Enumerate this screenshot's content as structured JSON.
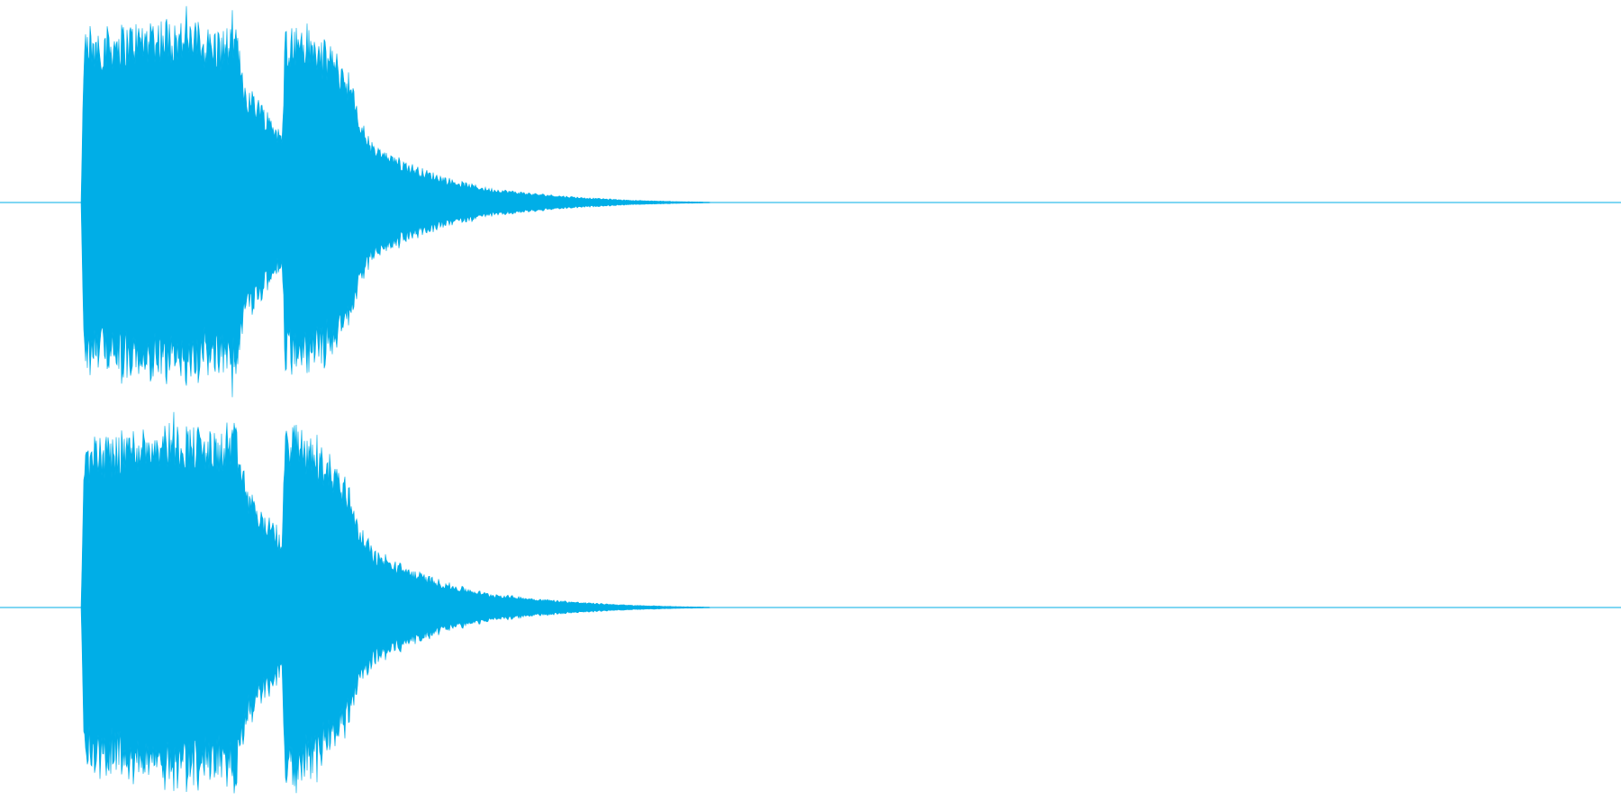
{
  "waveform": {
    "channel_count": 2,
    "colors": {
      "waveform": "#00aee7",
      "background": "#ffffff",
      "baseline": "#00aee7"
    },
    "channels": [
      {
        "id": "left",
        "envelope": [
          {
            "t": 0.0,
            "a": 0.0
          },
          {
            "t": 0.05,
            "a": 0.0
          },
          {
            "t": 0.052,
            "a": 0.78
          },
          {
            "t": 0.06,
            "a": 0.8
          },
          {
            "t": 0.08,
            "a": 0.83
          },
          {
            "t": 0.1,
            "a": 0.86
          },
          {
            "t": 0.12,
            "a": 0.84
          },
          {
            "t": 0.135,
            "a": 0.8
          },
          {
            "t": 0.145,
            "a": 0.82
          },
          {
            "t": 0.152,
            "a": 0.55
          },
          {
            "t": 0.16,
            "a": 0.48
          },
          {
            "t": 0.17,
            "a": 0.38
          },
          {
            "t": 0.174,
            "a": 0.3
          },
          {
            "t": 0.176,
            "a": 0.84
          },
          {
            "t": 0.19,
            "a": 0.8
          },
          {
            "t": 0.205,
            "a": 0.72
          },
          {
            "t": 0.215,
            "a": 0.62
          },
          {
            "t": 0.222,
            "a": 0.4
          },
          {
            "t": 0.23,
            "a": 0.27
          },
          {
            "t": 0.245,
            "a": 0.2
          },
          {
            "t": 0.26,
            "a": 0.15
          },
          {
            "t": 0.28,
            "a": 0.1
          },
          {
            "t": 0.3,
            "a": 0.065
          },
          {
            "t": 0.33,
            "a": 0.04
          },
          {
            "t": 0.36,
            "a": 0.022
          },
          {
            "t": 0.39,
            "a": 0.01
          },
          {
            "t": 0.42,
            "a": 0.004
          },
          {
            "t": 0.437,
            "a": 0.002
          },
          {
            "t": 0.44,
            "a": 0.0
          },
          {
            "t": 1.0,
            "a": 0.0
          }
        ]
      },
      {
        "id": "right",
        "envelope": [
          {
            "t": 0.0,
            "a": 0.0
          },
          {
            "t": 0.05,
            "a": 0.0
          },
          {
            "t": 0.052,
            "a": 0.74
          },
          {
            "t": 0.06,
            "a": 0.78
          },
          {
            "t": 0.08,
            "a": 0.82
          },
          {
            "t": 0.1,
            "a": 0.86
          },
          {
            "t": 0.12,
            "a": 0.84
          },
          {
            "t": 0.135,
            "a": 0.8
          },
          {
            "t": 0.145,
            "a": 0.85
          },
          {
            "t": 0.152,
            "a": 0.58
          },
          {
            "t": 0.16,
            "a": 0.46
          },
          {
            "t": 0.17,
            "a": 0.38
          },
          {
            "t": 0.174,
            "a": 0.3
          },
          {
            "t": 0.176,
            "a": 0.88
          },
          {
            "t": 0.19,
            "a": 0.8
          },
          {
            "t": 0.205,
            "a": 0.7
          },
          {
            "t": 0.215,
            "a": 0.58
          },
          {
            "t": 0.222,
            "a": 0.38
          },
          {
            "t": 0.23,
            "a": 0.27
          },
          {
            "t": 0.245,
            "a": 0.2
          },
          {
            "t": 0.26,
            "a": 0.15
          },
          {
            "t": 0.28,
            "a": 0.1
          },
          {
            "t": 0.3,
            "a": 0.065
          },
          {
            "t": 0.33,
            "a": 0.04
          },
          {
            "t": 0.36,
            "a": 0.022
          },
          {
            "t": 0.39,
            "a": 0.01
          },
          {
            "t": 0.42,
            "a": 0.004
          },
          {
            "t": 0.437,
            "a": 0.002
          },
          {
            "t": 0.44,
            "a": 0.0
          },
          {
            "t": 1.0,
            "a": 0.0
          }
        ]
      }
    ]
  }
}
